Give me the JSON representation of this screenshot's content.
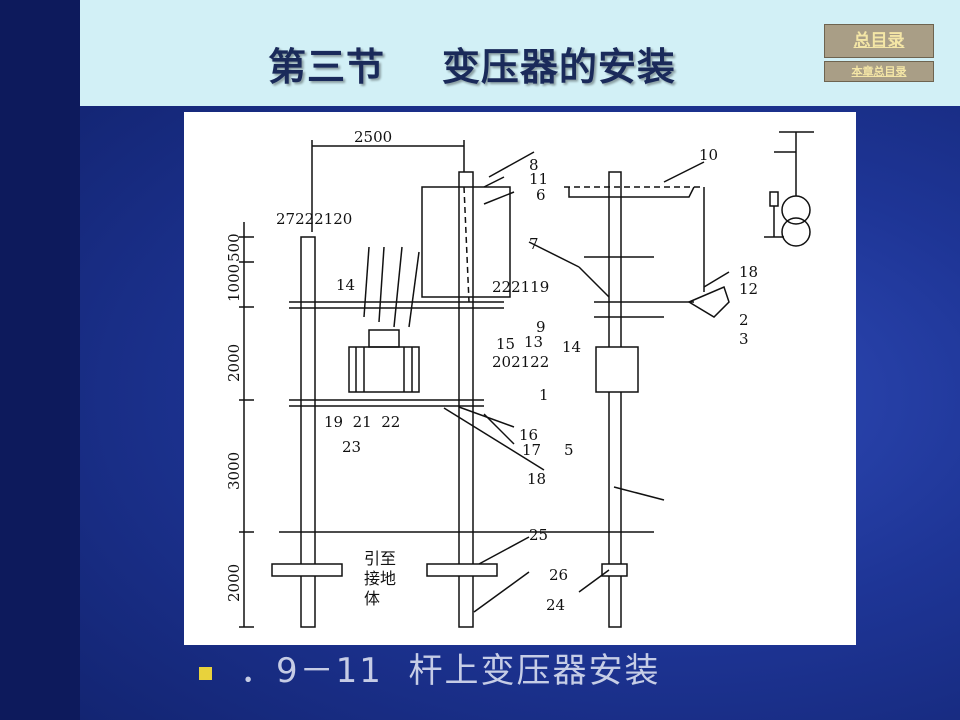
{
  "header": {
    "title": "第三节    变压器的安装"
  },
  "nav": {
    "main_contents": "总目录",
    "chapter_contents": "本章总目录"
  },
  "figure": {
    "dimensions": {
      "width": "2500",
      "h1": "1000",
      "h2": "500",
      "h3": "2000",
      "h4": "3000",
      "h5": "2000"
    },
    "labels": {
      "l8": "8",
      "l11": "11",
      "l6": "6",
      "l10": "10",
      "l27": "27222120",
      "l7": "7",
      "l14a": "14",
      "l222119": "222119",
      "l18a": "18",
      "l12": "12",
      "l2": "2",
      "l3": "3",
      "l9": "9",
      "l13": "13",
      "l14b": "14",
      "l15": "15",
      "l202122": "202122",
      "l1": "1",
      "l192122": "19  21  22",
      "l16": "16",
      "l23": "23",
      "l17": "17",
      "l5": "5",
      "l18b": "18",
      "l25": "25",
      "l26": "26",
      "l24": "24",
      "ground_note_1": "引至",
      "ground_note_2": "接地",
      "ground_note_3": "体"
    }
  },
  "caption": {
    "text": "．9－11  杆上变压器安装"
  },
  "colors": {
    "header_bg": "#d2f0f6",
    "title": "#1a2a5a",
    "nav_bg": "#a99e86",
    "nav_text": "#f4e6a6",
    "bullet": "#e8d23c"
  }
}
